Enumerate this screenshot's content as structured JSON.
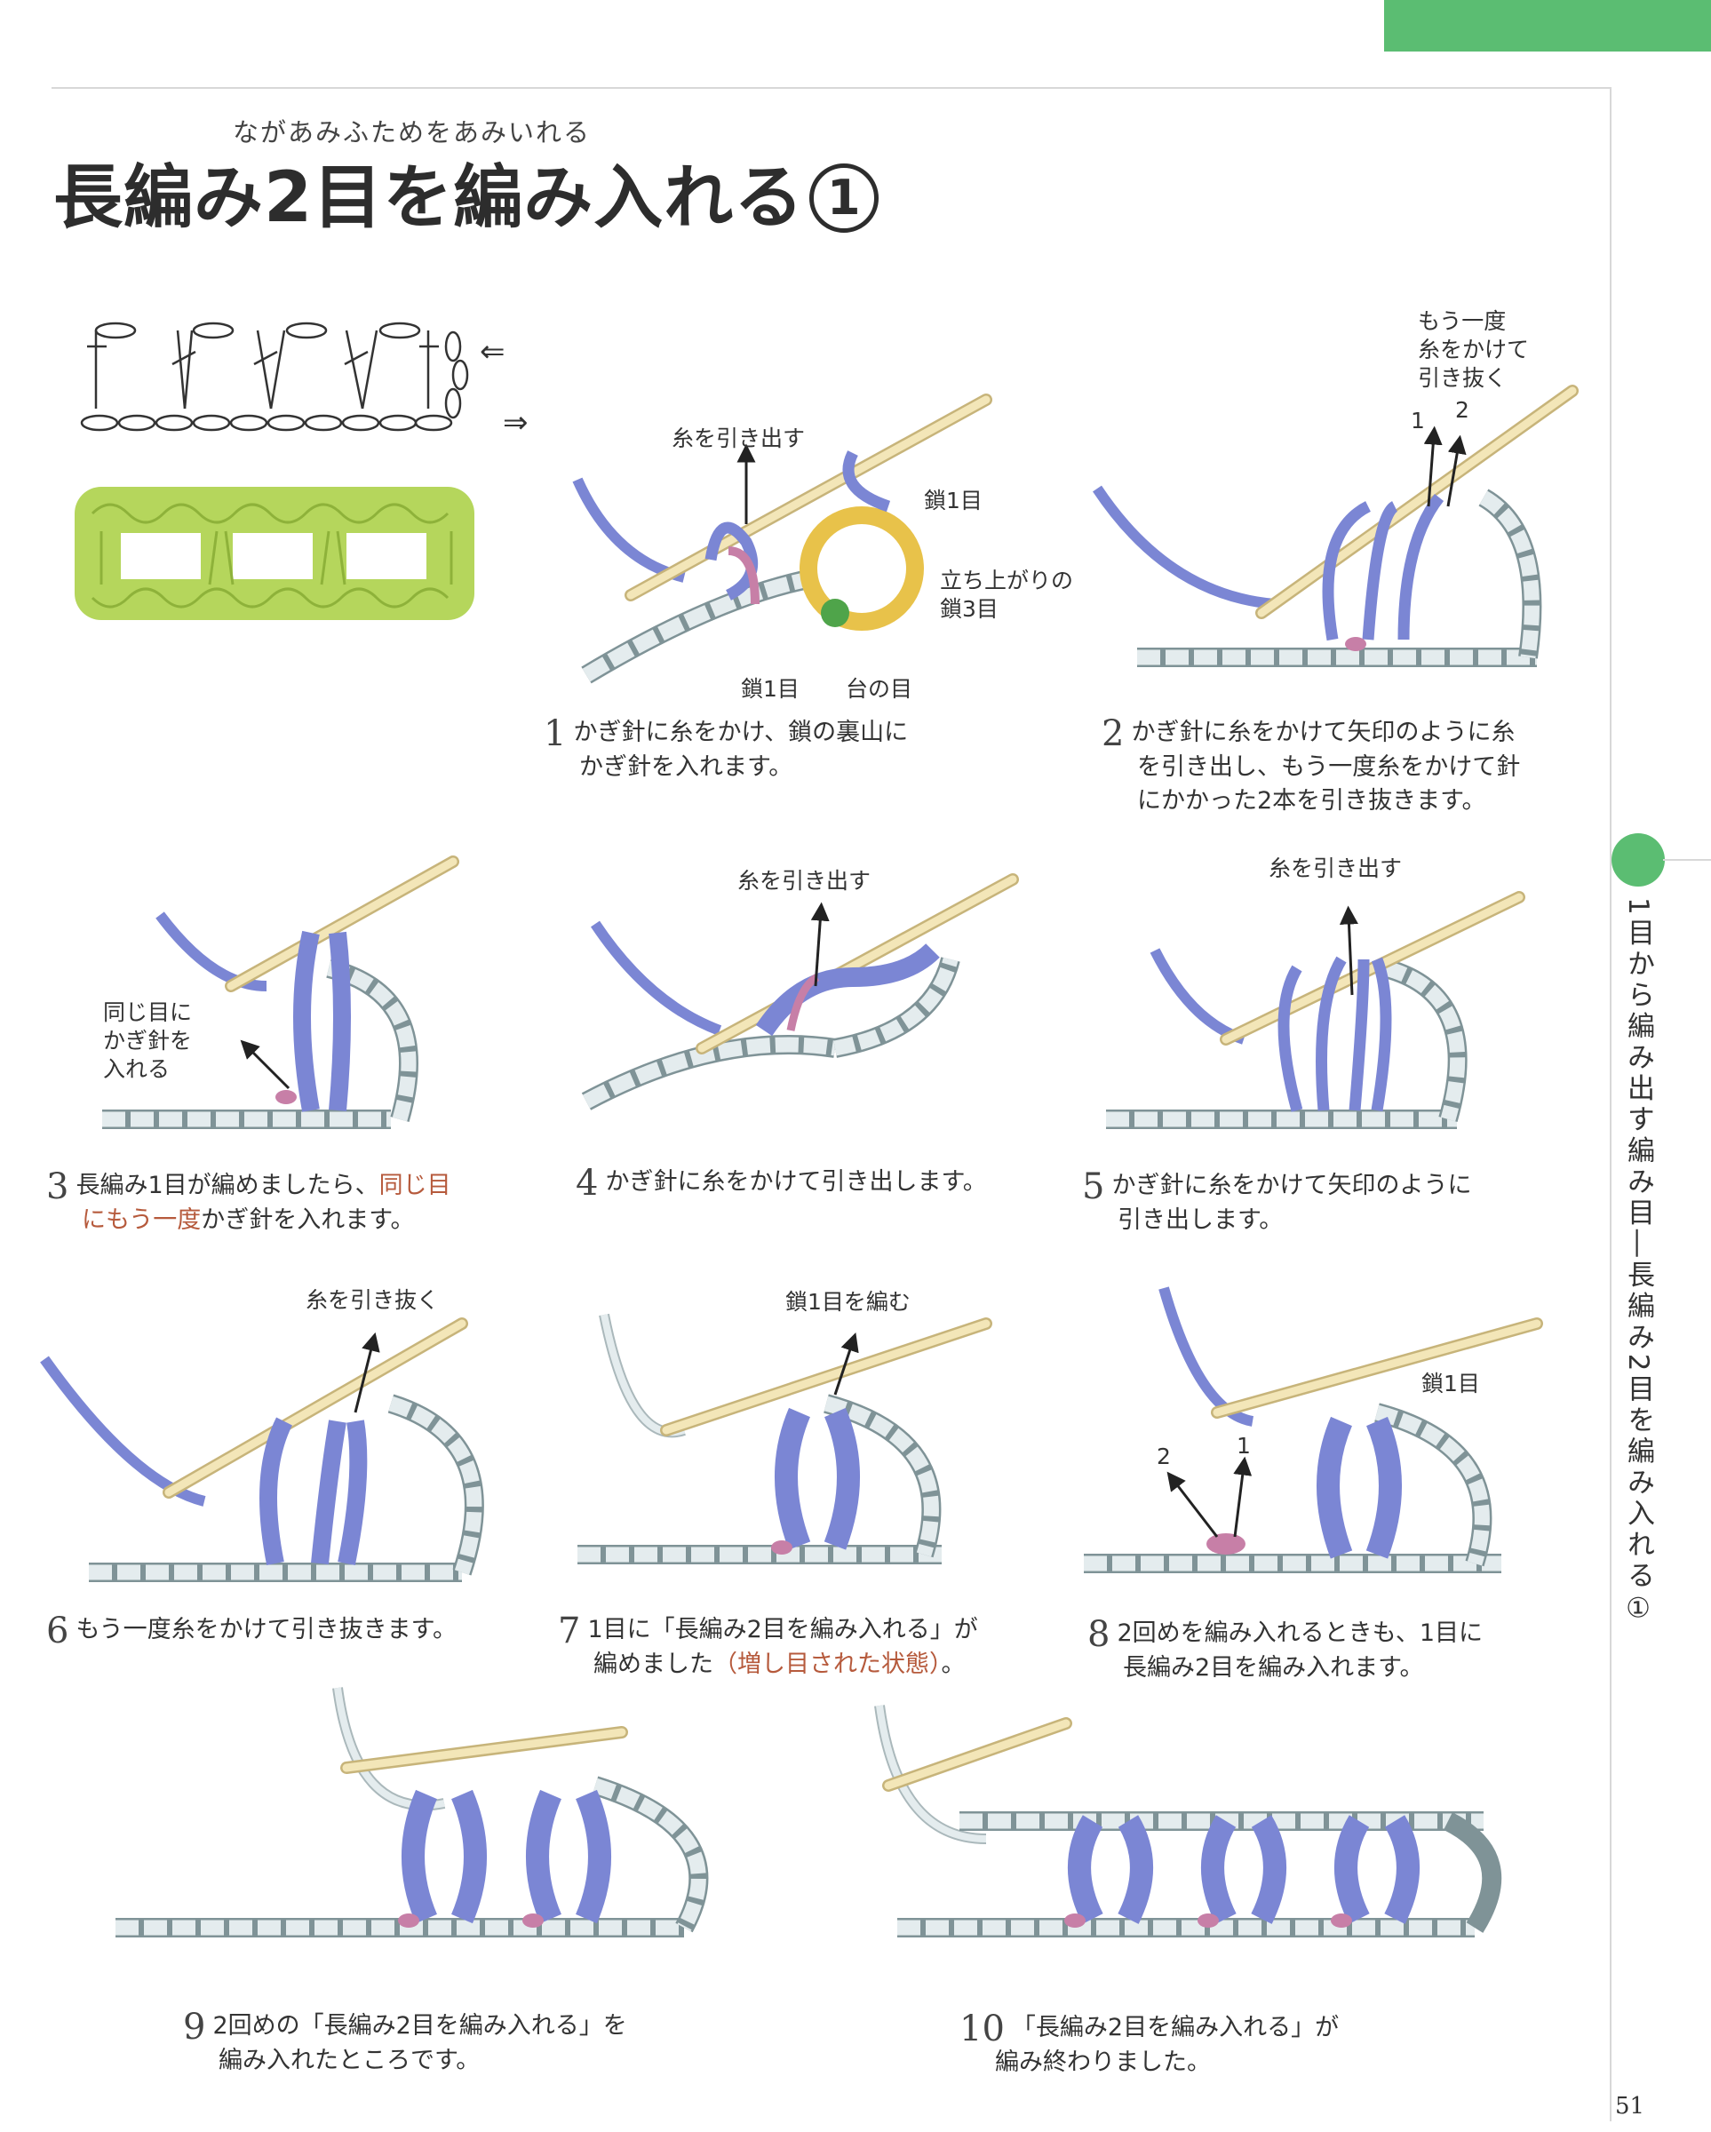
{
  "header": {
    "title_ruby": "ながあみふためをあみいれる",
    "title_main": "長編み2目を編み入れる",
    "title_number": "1"
  },
  "sidebar": {
    "chapter_label": "1目から編み出す編み目―長編み2目を編み入れる①"
  },
  "page_number": "51",
  "colors": {
    "accent_green": "#5bbd72",
    "yarn_blue": "#7b86d4",
    "chain_light": "#e4ecee",
    "hook": "#ecdcaa",
    "highlight_text": "#b65a3c",
    "swatch_green": "#b5d65c"
  },
  "chart": {
    "arrow_top": "⇐",
    "arrow_bottom": "⇒"
  },
  "steps": [
    {
      "num": "1",
      "caption_lines": [
        "かぎ針に糸をかけ、鎖の裏山に",
        "かぎ針を入れます。"
      ],
      "labels": {
        "pull": "糸を引き出す",
        "chain1": "鎖1目",
        "rising_1": "立ち上がりの",
        "rising_2": "鎖3目",
        "chain1_bottom": "鎖1目",
        "base": "台の目"
      }
    },
    {
      "num": "2",
      "caption_lines": [
        "かぎ針に糸をかけて矢印のように糸",
        "を引き出し、もう一度糸をかけて針",
        "にかかった2本を引き抜きます。"
      ],
      "labels": {
        "note_1": "もう一度",
        "note_2": "糸をかけて",
        "note_3": "引き抜く",
        "n1": "1",
        "n2": "2"
      }
    },
    {
      "num": "3",
      "caption_pre": "長編み1目が編めましたら、",
      "caption_hl_1": "同じ目",
      "caption_hl_2": "にもう一度",
      "caption_post": "かぎ針を入れます。",
      "labels": {
        "same_1": "同じ目に",
        "same_2": "かぎ針を",
        "same_3": "入れる"
      }
    },
    {
      "num": "4",
      "caption_lines": [
        "かぎ針に糸をかけて引き出します。"
      ],
      "labels": {
        "pull": "糸を引き出す"
      }
    },
    {
      "num": "5",
      "caption_lines": [
        "かぎ針に糸をかけて矢印のように",
        "引き出します。"
      ],
      "labels": {
        "pull": "糸を引き出す"
      }
    },
    {
      "num": "6",
      "caption_lines": [
        "もう一度糸をかけて引き抜きます。"
      ],
      "labels": {
        "pullthrough": "糸を引き抜く"
      }
    },
    {
      "num": "7",
      "caption_line1": "1目に「長編み2目を編み入れる」が",
      "caption_pre2": "編めました",
      "caption_hl": "（増し目された状態）",
      "caption_post2": "。",
      "labels": {
        "chain": "鎖1目を編む"
      }
    },
    {
      "num": "8",
      "caption_lines": [
        "2回めを編み入れるときも、1目に",
        "長編み2目を編み入れます。"
      ],
      "labels": {
        "chain1": "鎖1目",
        "n1": "1",
        "n2": "2"
      }
    },
    {
      "num": "9",
      "caption_lines": [
        "2回めの「長編み2目を編み入れる」を",
        "編み入れたところです。"
      ]
    },
    {
      "num": "10",
      "caption_lines": [
        "「長編み2目を編み入れる」が",
        "編み終わりました。"
      ]
    }
  ]
}
